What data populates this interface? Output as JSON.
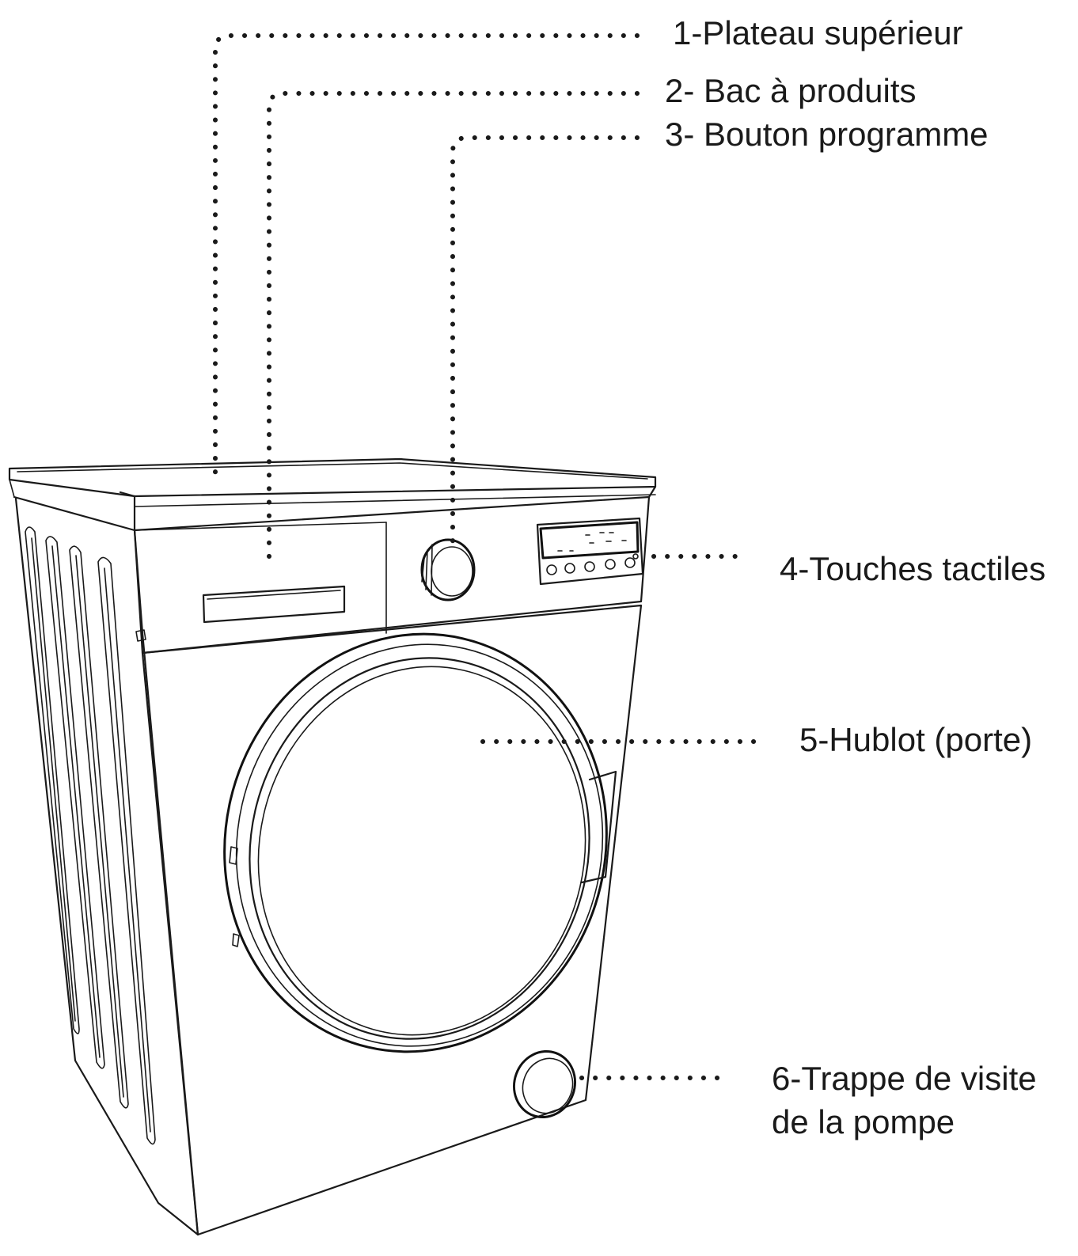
{
  "callouts": [
    {
      "id": "top-plate",
      "lines": [
        "1-Plateau supérieur"
      ]
    },
    {
      "id": "detergent-drawer",
      "lines": [
        "2- Bac à produits"
      ]
    },
    {
      "id": "program-knob",
      "lines": [
        "3- Bouton programme"
      ]
    },
    {
      "id": "touch-keys",
      "lines": [
        "4-Touches tactiles"
      ]
    },
    {
      "id": "door",
      "lines": [
        "5-Hublot (porte)"
      ]
    },
    {
      "id": "pump-hatch",
      "lines": [
        "6-Trappe de visite",
        "de la pompe"
      ]
    }
  ]
}
